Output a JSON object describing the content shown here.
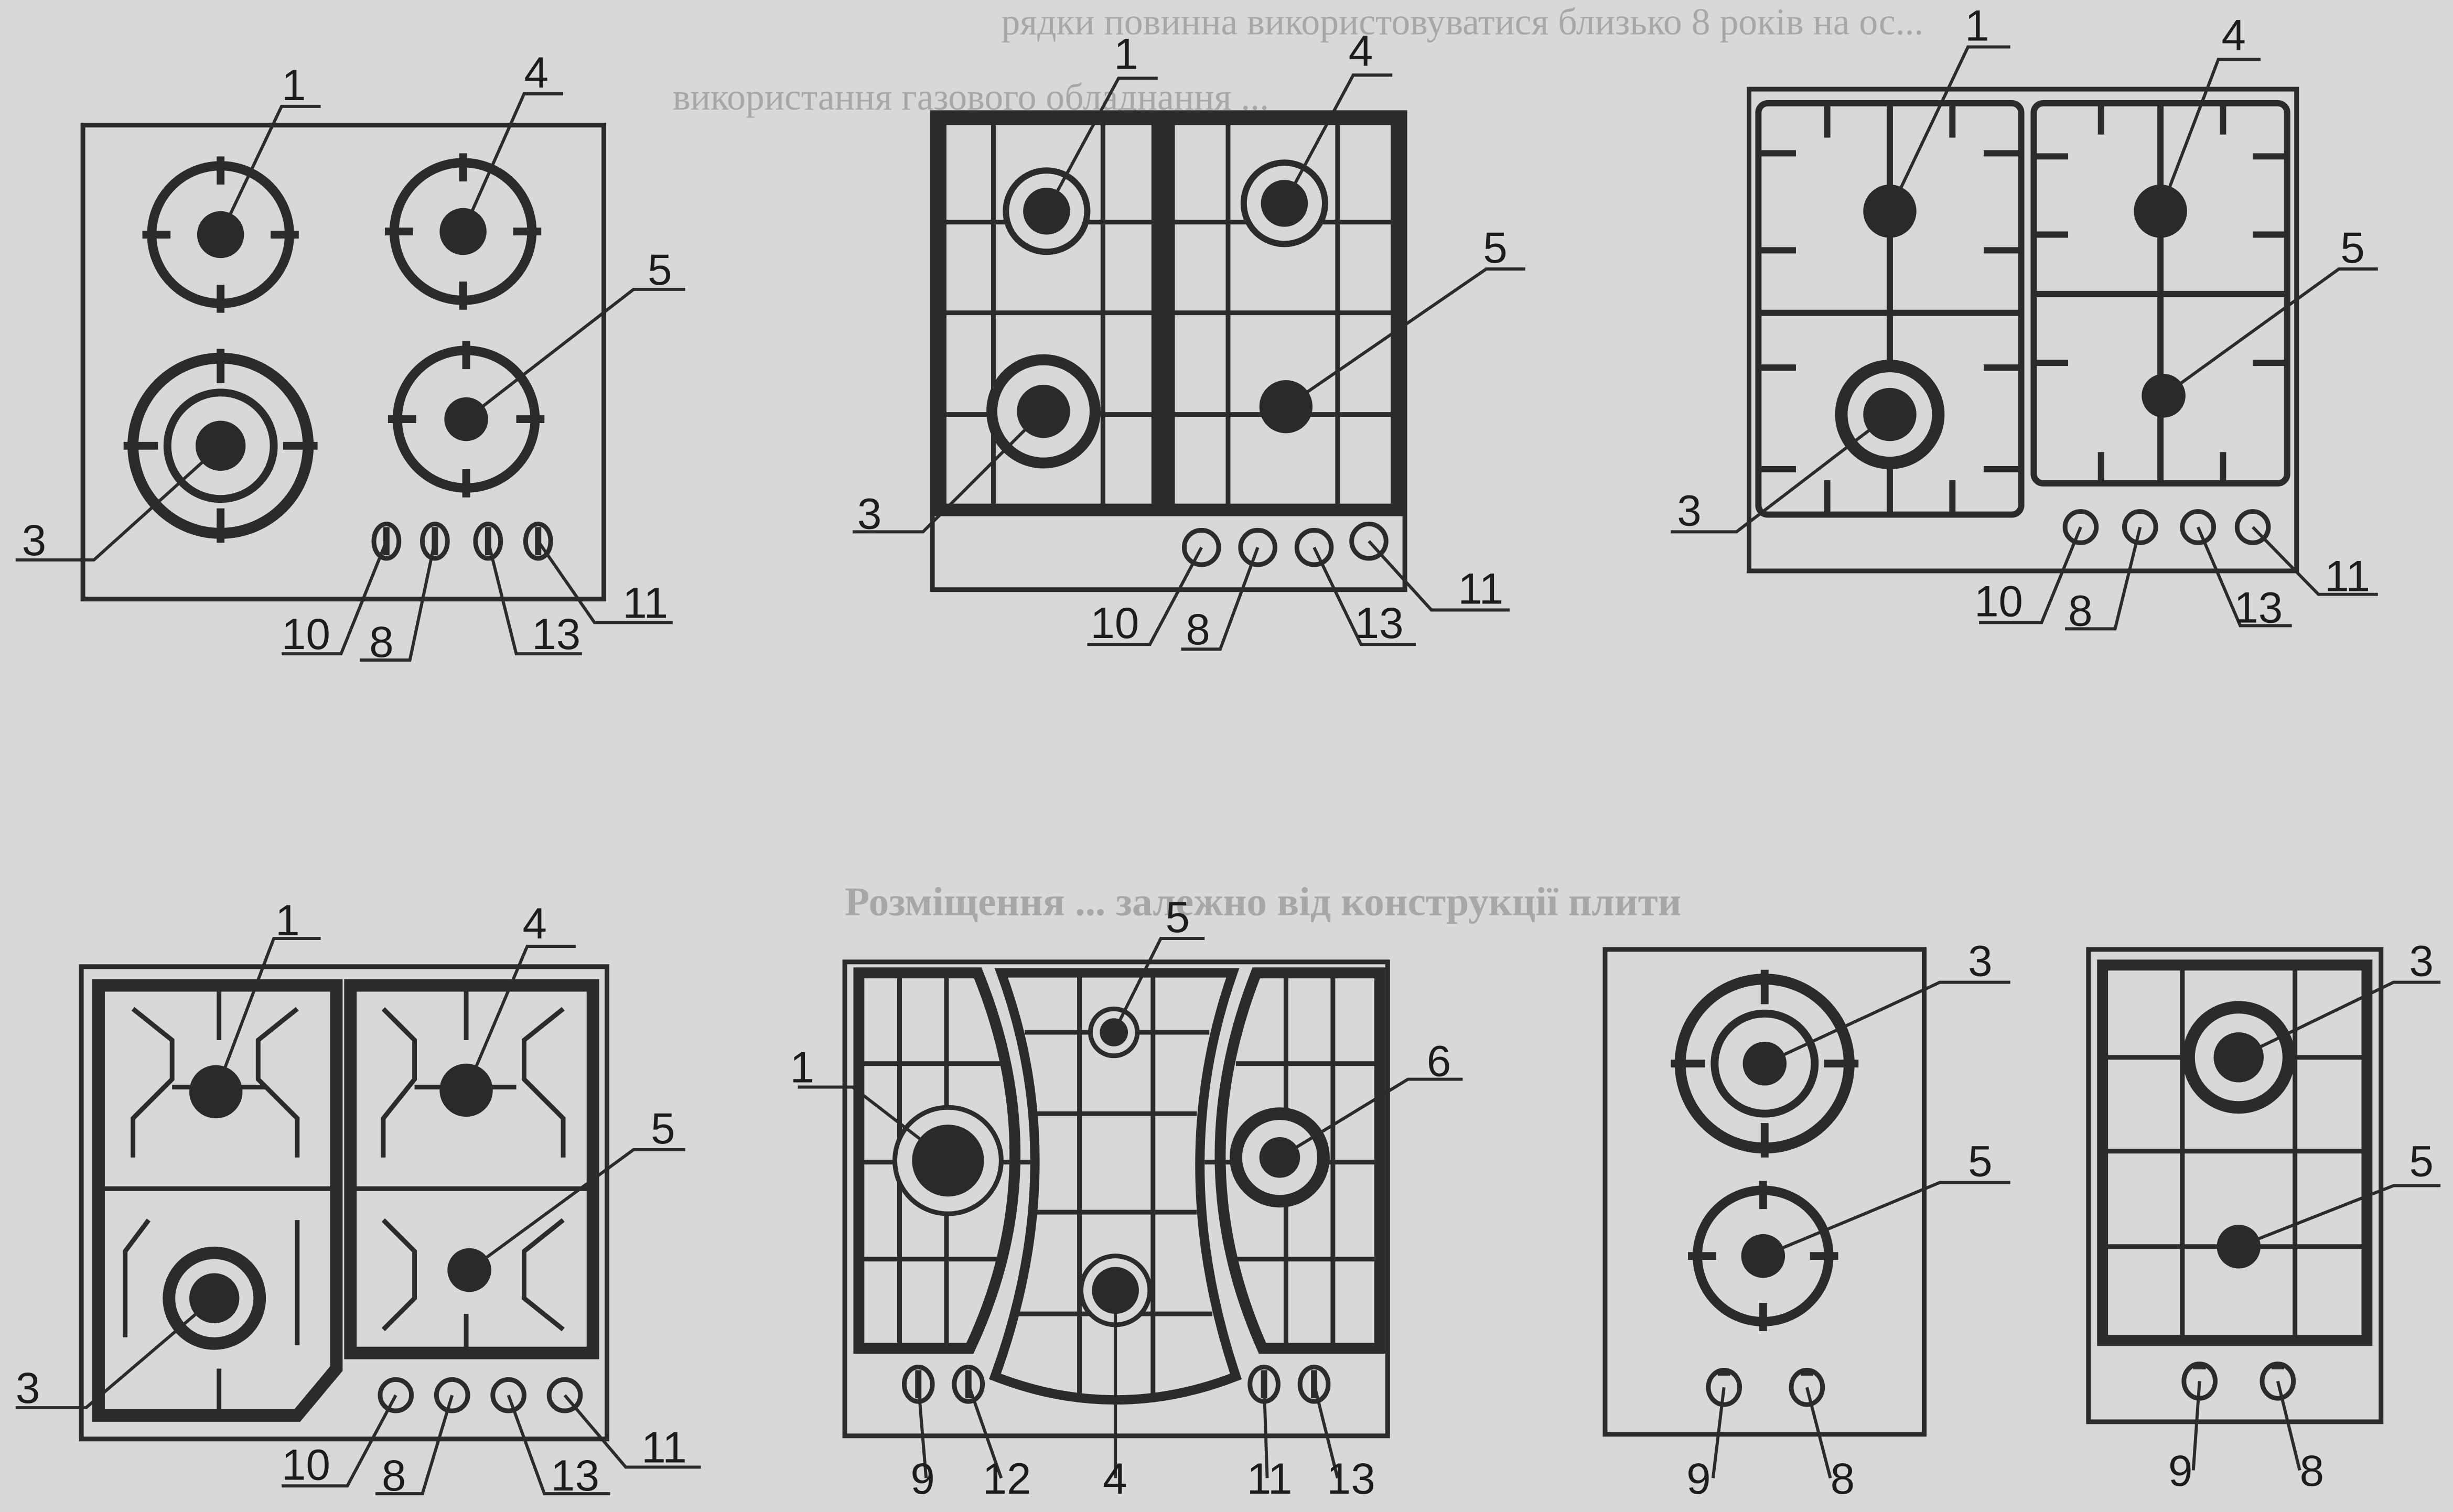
{
  "figure": {
    "background_color": "#d8d8d6",
    "ink_color": "#2b2b2b",
    "burner_color": "#2a2a2a",
    "ghost_text_color": "#a7a7a5"
  },
  "bleed_through_text": [
    "рядки повинна використовуватися близько 8 років на ос...",
    "використання газового обладнання ...",
    "Розміщення ... залежно від конструкції плити"
  ],
  "hobs": [
    {
      "id": "hob-1",
      "labels": [
        "1",
        "4",
        "5",
        "3",
        "10",
        "8",
        "13",
        "11"
      ]
    },
    {
      "id": "hob-2",
      "labels": [
        "1",
        "4",
        "5",
        "3",
        "10",
        "8",
        "13",
        "11"
      ]
    },
    {
      "id": "hob-3",
      "labels": [
        "1",
        "4",
        "5",
        "3",
        "10",
        "8",
        "13",
        "11"
      ]
    },
    {
      "id": "hob-4",
      "labels": [
        "1",
        "4",
        "5",
        "3",
        "10",
        "8",
        "13",
        "11"
      ]
    },
    {
      "id": "hob-5",
      "labels": [
        "5",
        "1",
        "6",
        "9",
        "12",
        "4",
        "11",
        "13"
      ]
    },
    {
      "id": "hob-6",
      "labels": [
        "3",
        "5",
        "9",
        "8"
      ]
    },
    {
      "id": "hob-7",
      "labels": [
        "3",
        "5",
        "9",
        "8"
      ]
    }
  ]
}
